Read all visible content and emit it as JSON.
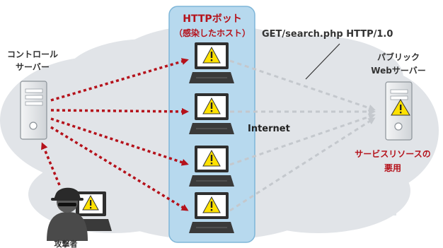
{
  "botnet": {
    "title": "HTTPボット",
    "subtitle": "（感染したホスト）"
  },
  "request_label": "GET/search.php HTTP/1.0",
  "control_server": {
    "line1": "コントロール",
    "line2": "サーバー"
  },
  "public_server": {
    "line1": "パブリック",
    "line2": "Webサーバー"
  },
  "internet_label": "Internet",
  "abuse_label": {
    "line1": "サービスリソースの",
    "line2": "悪用"
  },
  "attacker_label": "攻撃者",
  "colors": {
    "accent_red": "#b5121b",
    "bot_panel": "#b7d9ee",
    "cloud": "#e1e4e8",
    "gray_arrow": "#c4c8cd",
    "warning_yellow": "#ffe100"
  }
}
